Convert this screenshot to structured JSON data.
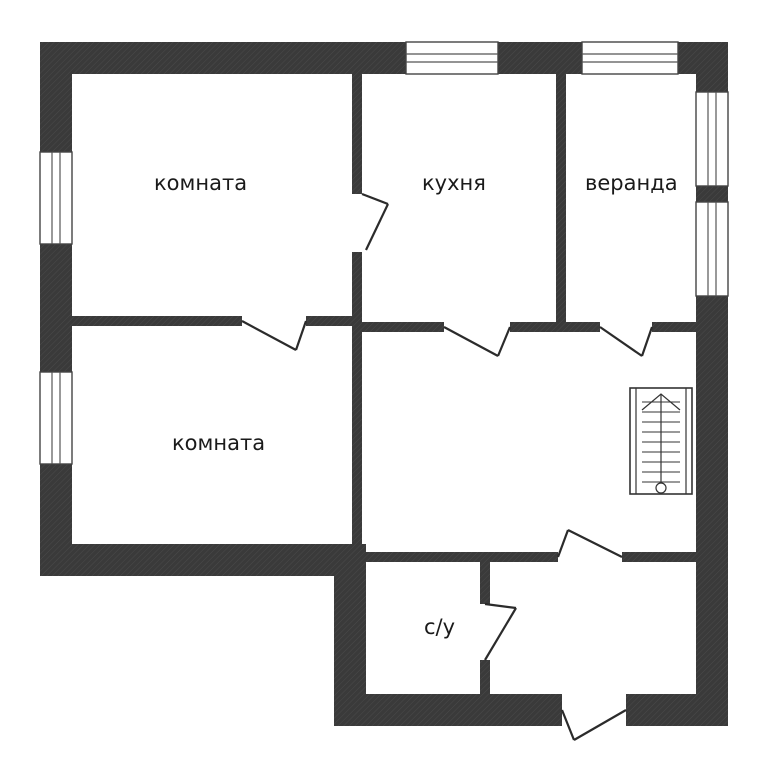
{
  "rooms": {
    "room_1": "комната",
    "room_2": "комната",
    "kitchen": "кухня",
    "veranda": "веранда",
    "bathroom": "с/у"
  },
  "colors": {
    "wall": "#3a3a3a",
    "background": "#ffffff"
  },
  "icons": [
    "door-swing-icon",
    "window-icon",
    "staircase-icon"
  ]
}
